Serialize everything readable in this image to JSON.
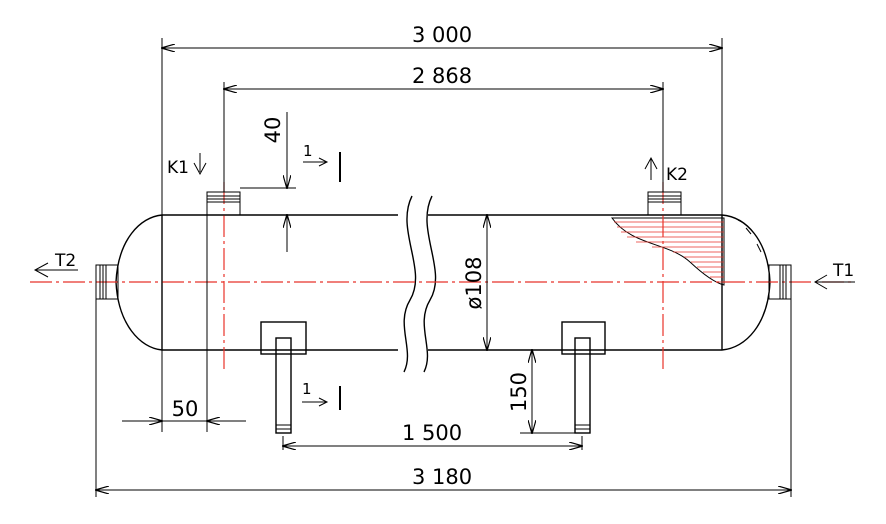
{
  "dimensions": {
    "overall_length": "3 000",
    "nozzle_spacing": "2 868",
    "nozzle_height": "40",
    "diameter": "ø108",
    "support_spacing": "1 500",
    "support_height": "150",
    "nozzle_offset": "50",
    "total_length": "3 180"
  },
  "nozzles": {
    "k1": "K1",
    "k2": "K2",
    "t1": "T1",
    "t2": "T2"
  },
  "section_marks": {
    "top": "1",
    "bottom": "1"
  },
  "colors": {
    "line": "#000000",
    "centerline": "#e8332a"
  }
}
